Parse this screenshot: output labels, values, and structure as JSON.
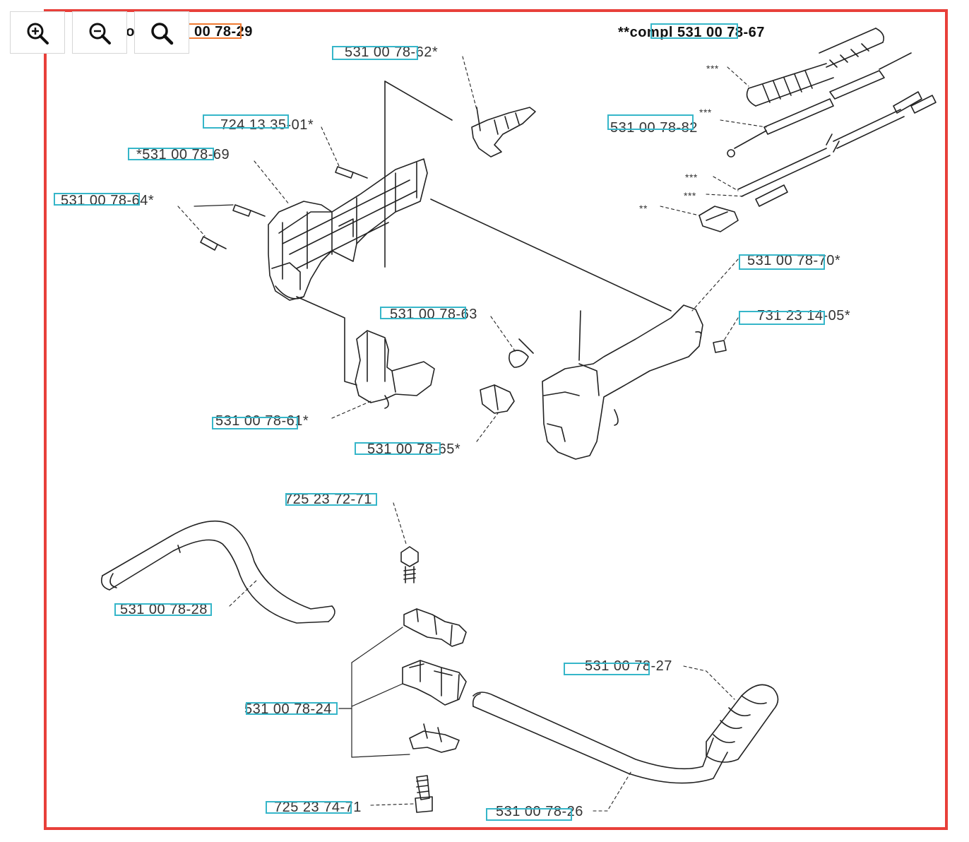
{
  "toolbar": {
    "zoom_in": "zoom-in-icon",
    "zoom_out": "zoom-out-icon",
    "zoom_reset": "search-icon"
  },
  "colors": {
    "frame": "#e8403a",
    "highlight": "#36b6c9",
    "highlight_active": "#f07a32"
  },
  "labels": {
    "top_left_compl": "**compl 531 00 78-29",
    "top_right_compl": "**compl 531 00 78-67",
    "p62": "531 00 78-62*",
    "p01": "724 13 35-01*",
    "p69": "*531 00 78-69",
    "p64": "531 00 78-64*",
    "p82": "531 00 78-82",
    "p70": "531 00 78-70*",
    "p63": "531 00 78-63",
    "p05": "731 23 14-05*",
    "p61": "531 00 78-61*",
    "p65": "531 00 78-65*",
    "p71a": "725 23 72-71",
    "p28": "531 00 78-28",
    "p27": "531 00 78-27",
    "p24": "531 00 78-24",
    "p71b": "725 23 74-71",
    "p26": "531 00 78-26",
    "star3": "***",
    "star2": "**"
  }
}
